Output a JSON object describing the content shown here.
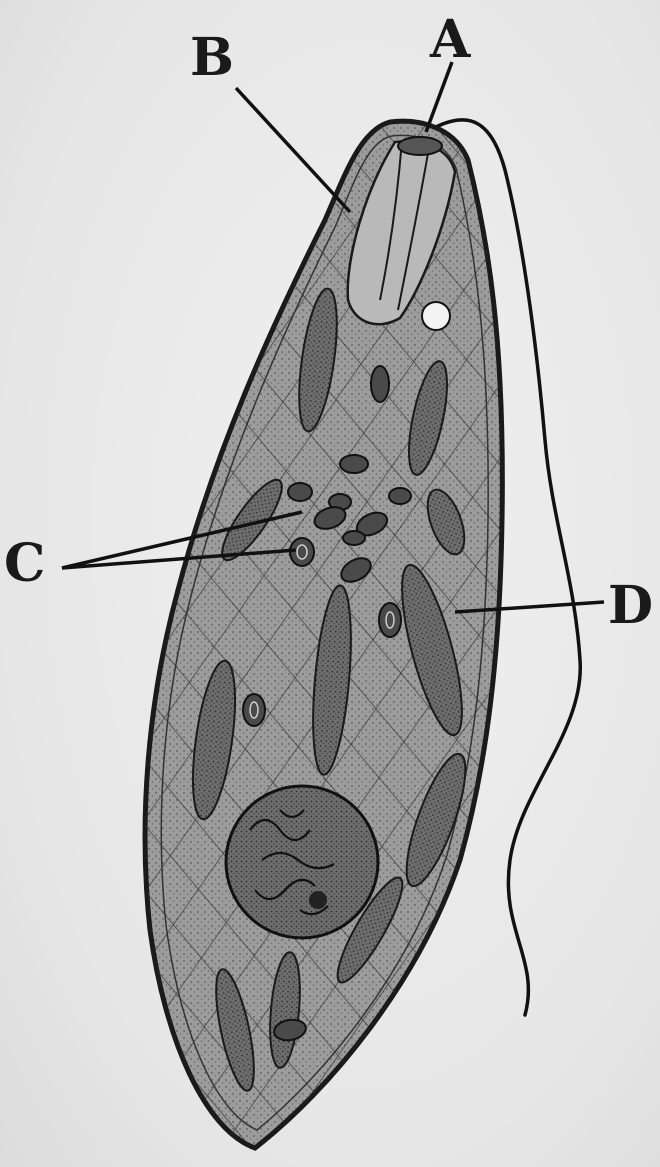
{
  "labels": {
    "a": "A",
    "b": "B",
    "c": "C",
    "d": "D"
  },
  "colors": {
    "background": "#e9e9e9",
    "cell_fill": "#9a9a9a",
    "ink": "#1a1a1a",
    "organelle_fill": "#6a6a6a"
  }
}
